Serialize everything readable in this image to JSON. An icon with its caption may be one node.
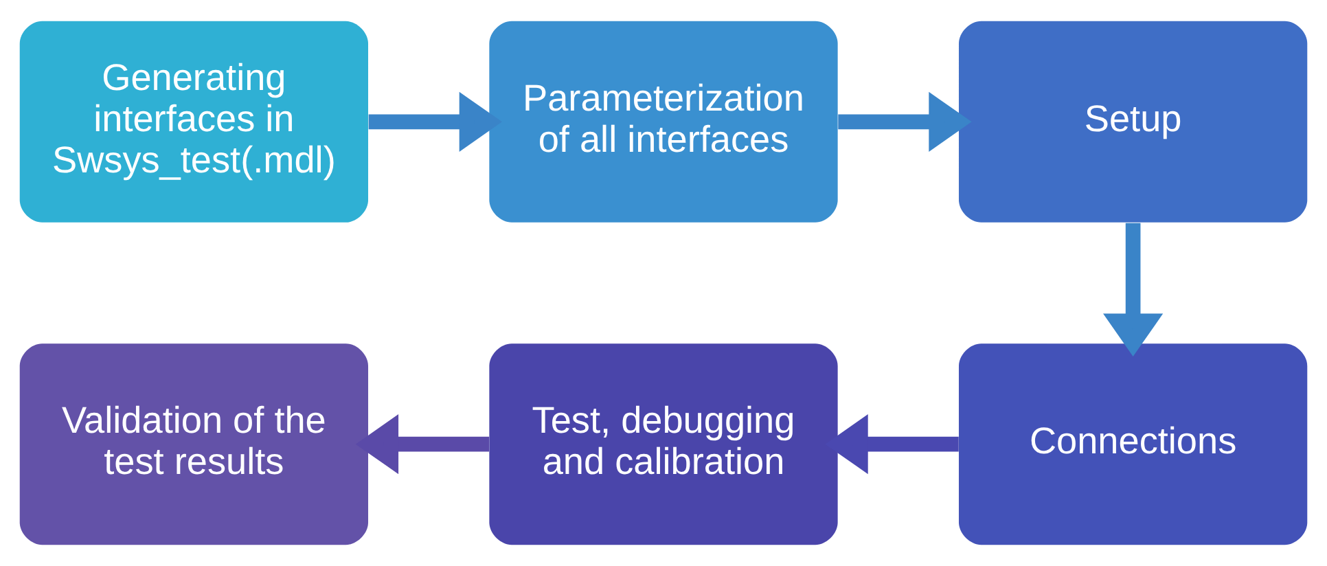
{
  "diagram": {
    "nodes": [
      {
        "text": [
          "Generating interfaces in Swsys_test(.mdl)"
        ]
      },
      {
        "text": [
          "Parameterization of all interfaces"
        ]
      },
      {
        "text": [
          "Setup"
        ]
      },
      {
        "text": [
          "Connections"
        ]
      },
      {
        "text": [
          "Test, debugging and calibration"
        ]
      },
      {
        "text": [
          "Validation of the test results"
        ]
      }
    ],
    "edges": [
      {
        "from": 0,
        "to": 1,
        "arrow": "to"
      },
      {
        "from": 1,
        "to": 2,
        "arrow": "to"
      },
      {
        "from": 2,
        "to": 3,
        "arrow": "to"
      },
      {
        "from": 3,
        "to": 4,
        "arrow": "to",
        "color": "#4a48b0"
      },
      {
        "from": 4,
        "to": 5,
        "arrow": "to",
        "color": "#5a4aa8"
      }
    ]
  }
}
